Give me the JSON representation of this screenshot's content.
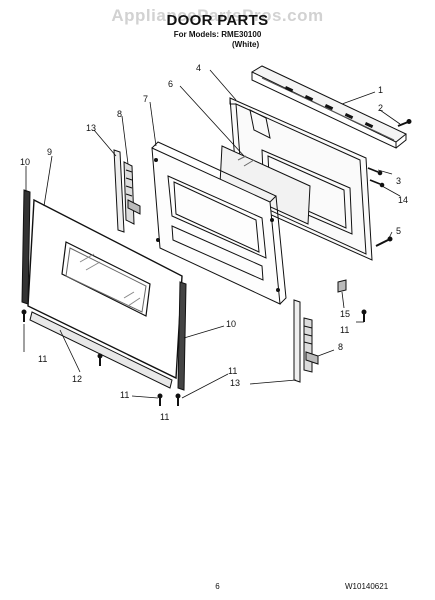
{
  "watermark": "AppliancePartsPros.com",
  "title": "DOOR PARTS",
  "models_line": "For Models: RME30100",
  "color_line": "(White)",
  "page_number": "6",
  "document_code": "W10140621",
  "callouts": [
    "1",
    "2",
    "3",
    "4",
    "5",
    "6",
    "7",
    "8",
    "8",
    "9",
    "10",
    "10",
    "11",
    "11",
    "11",
    "11",
    "11",
    "12",
    "13",
    "13",
    "14",
    "15"
  ]
}
